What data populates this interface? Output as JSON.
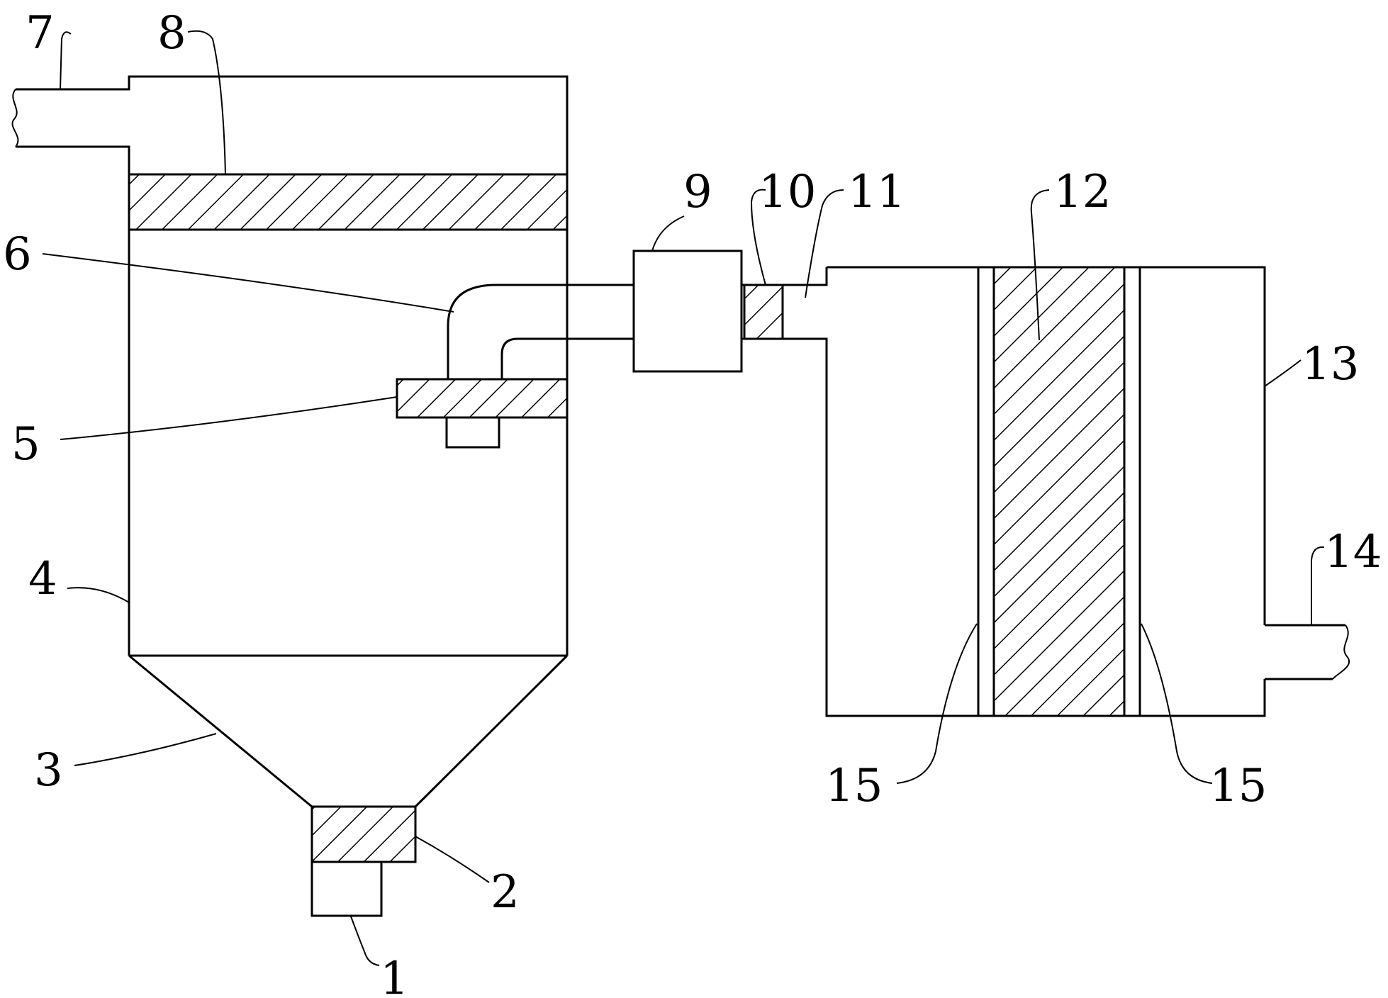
{
  "labels": {
    "l1": "1",
    "l2": "2",
    "l3": "3",
    "l4": "4",
    "l5": "5",
    "l6": "6",
    "l7": "7",
    "l8": "8",
    "l9": "9",
    "l10": "10",
    "l11": "11",
    "l12": "12",
    "l13": "13",
    "l14": "14",
    "l15a": "15",
    "l15b": "15"
  }
}
